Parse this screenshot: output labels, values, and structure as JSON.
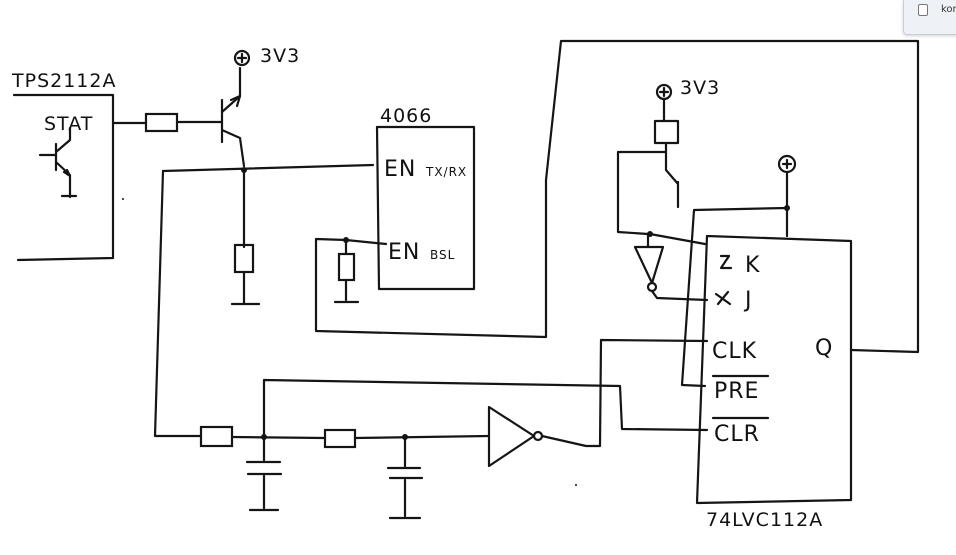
{
  "chips": {
    "tps": {
      "name": "TPS2112A",
      "pin": "STAT"
    },
    "switch": {
      "name": "4066",
      "pin_en_txrx": "EN",
      "pin_en_txrx_sub": "TX/RX",
      "pin_en_bsl": "EN",
      "pin_en_bsl_sub": "BSL"
    },
    "flipflop": {
      "name": "74LVC112A",
      "pin_k": "K",
      "pin_j": "J",
      "pin_clk": "CLK",
      "pin_pre": "PRE",
      "pin_clr": "CLR",
      "pin_q": "Q"
    }
  },
  "supplies": {
    "left": "3V3",
    "right": "3V3"
  },
  "corner_tab": {
    "text": "kor"
  }
}
